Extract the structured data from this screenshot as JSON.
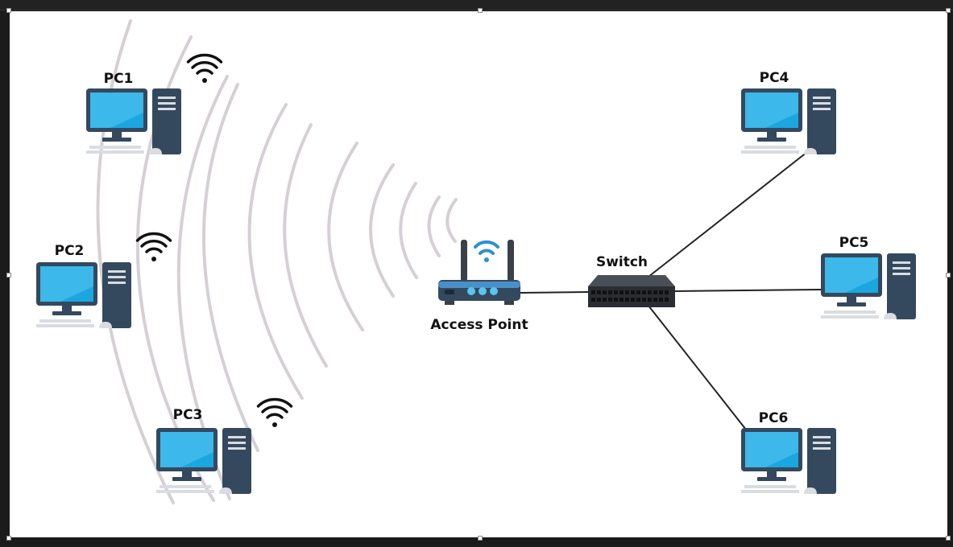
{
  "diagram": {
    "nodes": {
      "pc1": {
        "label": "PC1"
      },
      "pc2": {
        "label": "PC2"
      },
      "pc3": {
        "label": "PC3"
      },
      "pc4": {
        "label": "PC4"
      },
      "pc5": {
        "label": "PC5"
      },
      "pc6": {
        "label": "PC6"
      },
      "access_point": {
        "label": "Access Point"
      },
      "switch": {
        "label": "Switch"
      }
    },
    "colors": {
      "screen": "#1ba6e0",
      "screen_light": "#59c6f0",
      "dark": "#34495e",
      "light": "#d9dde1",
      "wave": "#d6d0d6",
      "link": "#222222",
      "wifi_accent": "#2e90d0"
    }
  }
}
